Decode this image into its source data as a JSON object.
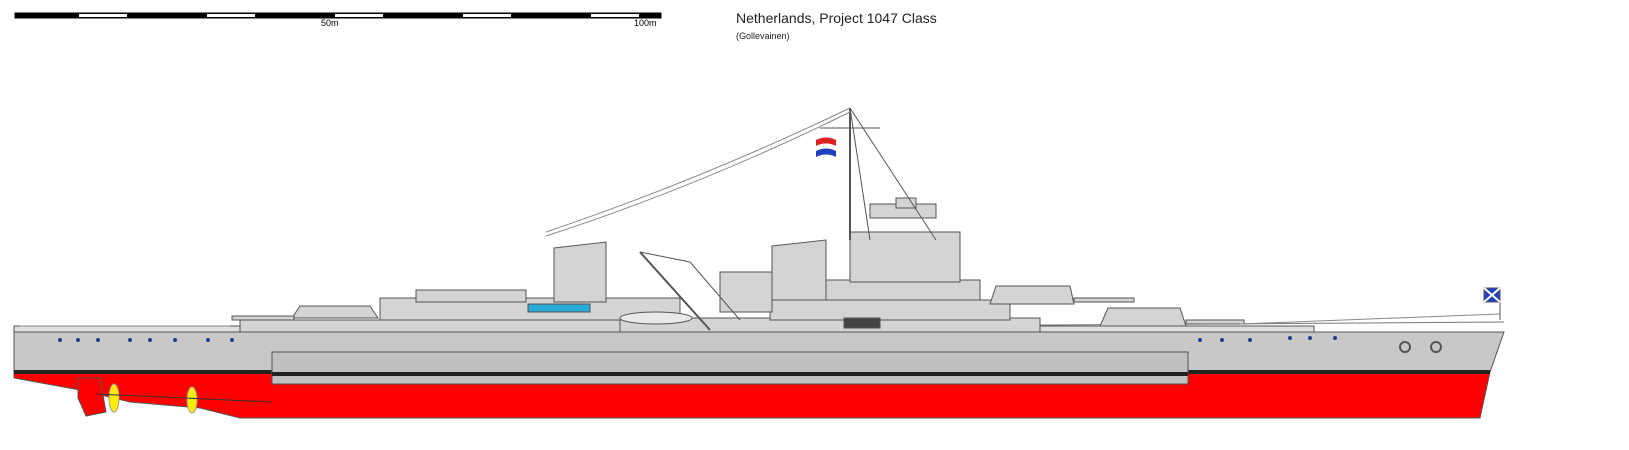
{
  "drawing": {
    "title": "Netherlands, Project 1047 Class",
    "subtitle": "(Gollevainen)",
    "scale": {
      "mid_label": "50m",
      "end_label": "100m"
    }
  },
  "colors": {
    "hull_grey": "#c8c8c8",
    "superstructure_grey": "#d4d4d4",
    "outline": "#555555",
    "antifouling_red": "#ff0000",
    "boot_dark": "#222222",
    "propeller_yellow": "#ffee00",
    "boat_blue": "#2aa8d8",
    "flag_red": "#e02020",
    "flag_white": "#ffffff",
    "flag_blue": "#2040c0"
  }
}
